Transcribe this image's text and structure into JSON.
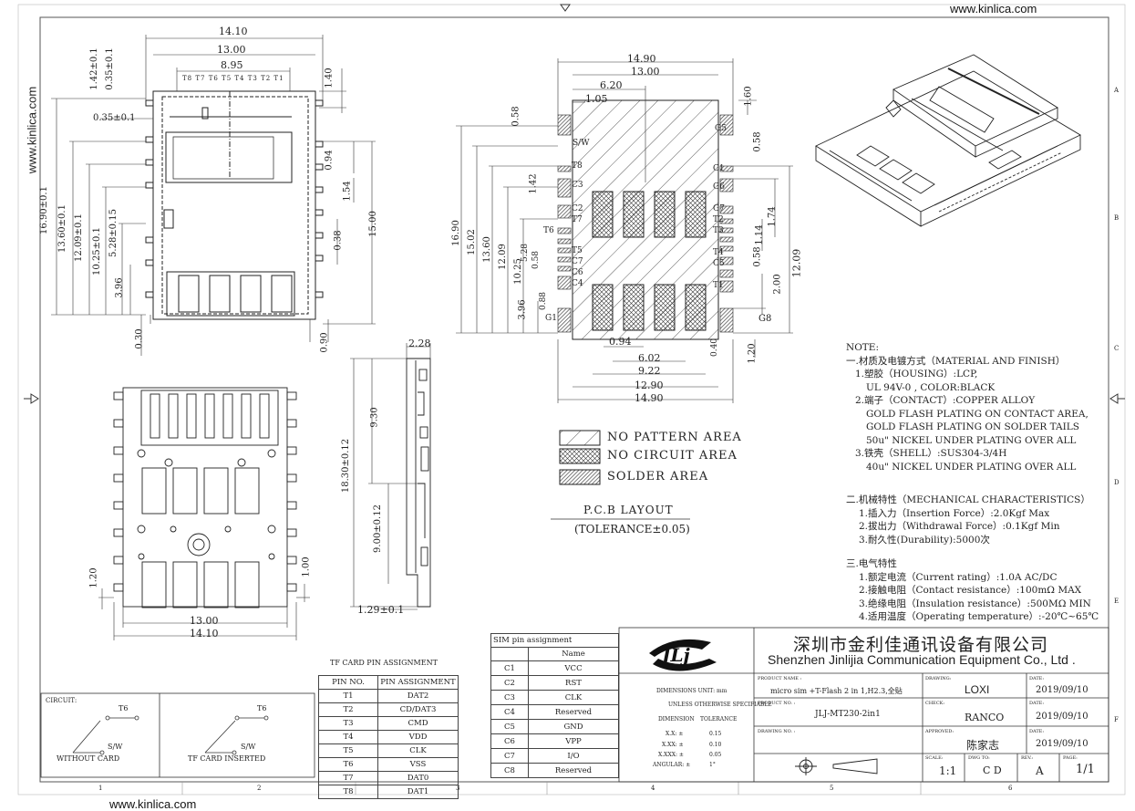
{
  "watermark": {
    "url": "www.kinlica.com"
  },
  "top_view_dims": {
    "w1410": "14.10",
    "w1300": "13.00",
    "w895": "8.95",
    "h140": "1.40",
    "d142": "1.42±0.1",
    "d035": "0.35±0.1",
    "d035b": "0.35±0.1",
    "d1690": "16.90±0.1",
    "d1360": "13.60±0.1",
    "d1209": "12.09±0.1",
    "d1025": "10.25±0.1",
    "d528": "5.28±0.15",
    "d396": "3.96",
    "d094": "0.94",
    "d154": "1.54",
    "d038": "0.38",
    "d1500": "15.00",
    "d030": "0.30",
    "d090": "0.90",
    "pin_labels": "T8 T7 T6 T5 T4 T3 T2 T1"
  },
  "pcb_dims": {
    "w1490": "14.90",
    "w1300": "13.00",
    "d620": "6.20",
    "d105": "1.05",
    "d058": "0.58",
    "d160": "1.60",
    "d058b": "0.58",
    "d174": "1.74",
    "d114": "1.14",
    "d058c": "0.58",
    "d200": "2.00",
    "d1209": "12.09",
    "d120": "1.20",
    "d040": "0.40",
    "d094": "0.94",
    "d602": "6.02",
    "d922": "9.22",
    "d1290": "12.90",
    "w1490b": "14.90",
    "h1690": "16.90",
    "h1502": "15.02",
    "h1360": "13.60",
    "h1209": "12.09",
    "h1025": "10.25",
    "h528": "5.28",
    "h396": "3.96",
    "h088": "0.88",
    "h142": "1.42",
    "h058": "0.58"
  },
  "pcb_pins": {
    "sw": "S/W",
    "t8": "T8",
    "c3": "C3",
    "c2": "C2",
    "t7": "T7",
    "t6": "T6",
    "t5": "T5",
    "c7": "C7",
    "c6": "C6",
    "c4": "C4",
    "g1": "G1",
    "g5": "G5",
    "c1": "C1",
    "g6": "G6",
    "g7": "G7",
    "t2": "T2",
    "t3": "T3",
    "t4": "T4",
    "c5": "C5",
    "t1": "T1",
    "g8": "G8"
  },
  "side_dims": {
    "w228": "2.28",
    "h930": "9.30",
    "h1830": "18.30±0.12",
    "h900": "9.00±0.12",
    "w129": "1.29±0.1"
  },
  "bottom_dims": {
    "w1300": "13.00",
    "w1410": "14.10",
    "h120": "1.20",
    "h100": "1.00"
  },
  "legend": {
    "no_pattern": "NO PATTERN AREA",
    "no_circuit": "NO CIRCUIT AREA",
    "solder": "SOLDER AREA",
    "pcb_layout": "P.C.B LAYOUT",
    "tolerance": "(TOLERANCE±0.05)"
  },
  "notes": {
    "title": "NOTE:",
    "l1": "一.材质及电镀方式（MATERIAL AND FINISH）",
    "l2": "1.塑胶（HOUSING）:LCP,",
    "l3": "UL 94V-0 , COLOR:BLACK",
    "l4": "2.端子（CONTACT）:COPPER ALLOY",
    "l5": "GOLD FLASH PLATING ON CONTACT AREA,",
    "l6": "GOLD FLASH PLATING ON SOLDER TAILS",
    "l7": "50u\" NICKEL UNDER PLATING OVER ALL",
    "l8": "3.铁壳（SHELL）:SUS304-3/4H",
    "l9": "40u\" NICKEL UNDER PLATING OVER ALL",
    "l10": "二.机械特性（MECHANICAL CHARACTERISTICS）",
    "l11": "1.插入力（Insertion Force）:2.0Kgf Max",
    "l12": "2.拔出力（Withdrawal Force）:0.1Kgf Min",
    "l13": "3.耐久性(Durability):5000次",
    "l14": "三.电气特性",
    "l15": "1.额定电流（Current rating）:1.0A AC/DC",
    "l16": "2.接触电阻（Contact resistance）:100mΩ MAX",
    "l17": "3.绝缘电阻（Insulation resistance）:500MΩ MIN",
    "l18": "4.适用温度（Operating temperature）:-20℃~65℃"
  },
  "circuit": {
    "label": "CIRCUIT:",
    "t6": "T6",
    "sw": "S/W",
    "without": "WITHOUT  CARD",
    "t6b": "T6",
    "swb": "S/W",
    "inserted": "TF CARD INSERTED"
  },
  "tf_table": {
    "title": "TF CARD PIN ASSIGNMENT",
    "h1": "PIN NO.",
    "h2": "PIN ASSIGNMENT",
    "rows": [
      [
        "T1",
        "DAT2"
      ],
      [
        "T2",
        "CD/DAT3"
      ],
      [
        "T3",
        "CMD"
      ],
      [
        "T4",
        "VDD"
      ],
      [
        "T5",
        "CLK"
      ],
      [
        "T6",
        "VSS"
      ],
      [
        "T7",
        "DAT0"
      ],
      [
        "T8",
        "DAT1"
      ]
    ]
  },
  "sim_table": {
    "title": "SIM pin assignment",
    "h2": "Name",
    "rows": [
      [
        "C1",
        "VCC"
      ],
      [
        "C2",
        "RST"
      ],
      [
        "C3",
        "CLK"
      ],
      [
        "C4",
        "Reserved"
      ],
      [
        "C5",
        "GND"
      ],
      [
        "C6",
        "VPP"
      ],
      [
        "C7",
        "I/O"
      ],
      [
        "C8",
        "Reserved"
      ]
    ]
  },
  "title_block": {
    "company_cn": "深圳市金利佳通讯设备有限公司",
    "company_en": "Shenzhen Jinlijia Communication Equipment Co., Ltd .",
    "dims_unit": "DIMENSIONS UNIT:   mm",
    "unless": "UNLESS OTHERWISE SPECIFIABLE",
    "dimension": "DIMENSION",
    "tolerance": "TOLERANCE",
    "xx": "X.X:  ±",
    "xxv": "0.15",
    "xxx": "X.XX:  ±",
    "xxxv": "0.10",
    "xxxx": "X.XXX:  ±",
    "xxxxv": "0.05",
    "ang": "ANGULAR:  ±",
    "angv": "1°",
    "product_name_label": "PRODUCT NAME :",
    "product_name": "micro sim +T-Flash 2 in 1,H2.3,全贴",
    "product_no_label": "PRODUCT NO. :",
    "product_no": "JLJ-MT230-2in1",
    "drawing_no_label": "DRAWING NO. :",
    "drawing_label": "DRAWING:",
    "drawn_by": "LOXI",
    "date_label": "DATE:",
    "date1": "2019/09/10",
    "check_label": "CHECK:",
    "checked_by": "RANCO",
    "date2": "2019/09/10",
    "approved_label": "APPROVED:",
    "approved_by": "陈家志",
    "date3": "2019/09/10",
    "scale_label": "SCALE:",
    "scale": "1:1",
    "dwg_label": "DWG TO:",
    "dwg": "C D",
    "rev_label": "REV.:",
    "rev": "A",
    "page_label": "PAGE:",
    "page": "1/1"
  },
  "frame": {
    "c1": "1",
    "c2": "2",
    "c3": "3",
    "c4": "4",
    "c5": "5",
    "c6": "6",
    "ra": "A",
    "rb": "B",
    "rc": "C",
    "rd": "D",
    "re": "E",
    "rf": "F"
  }
}
